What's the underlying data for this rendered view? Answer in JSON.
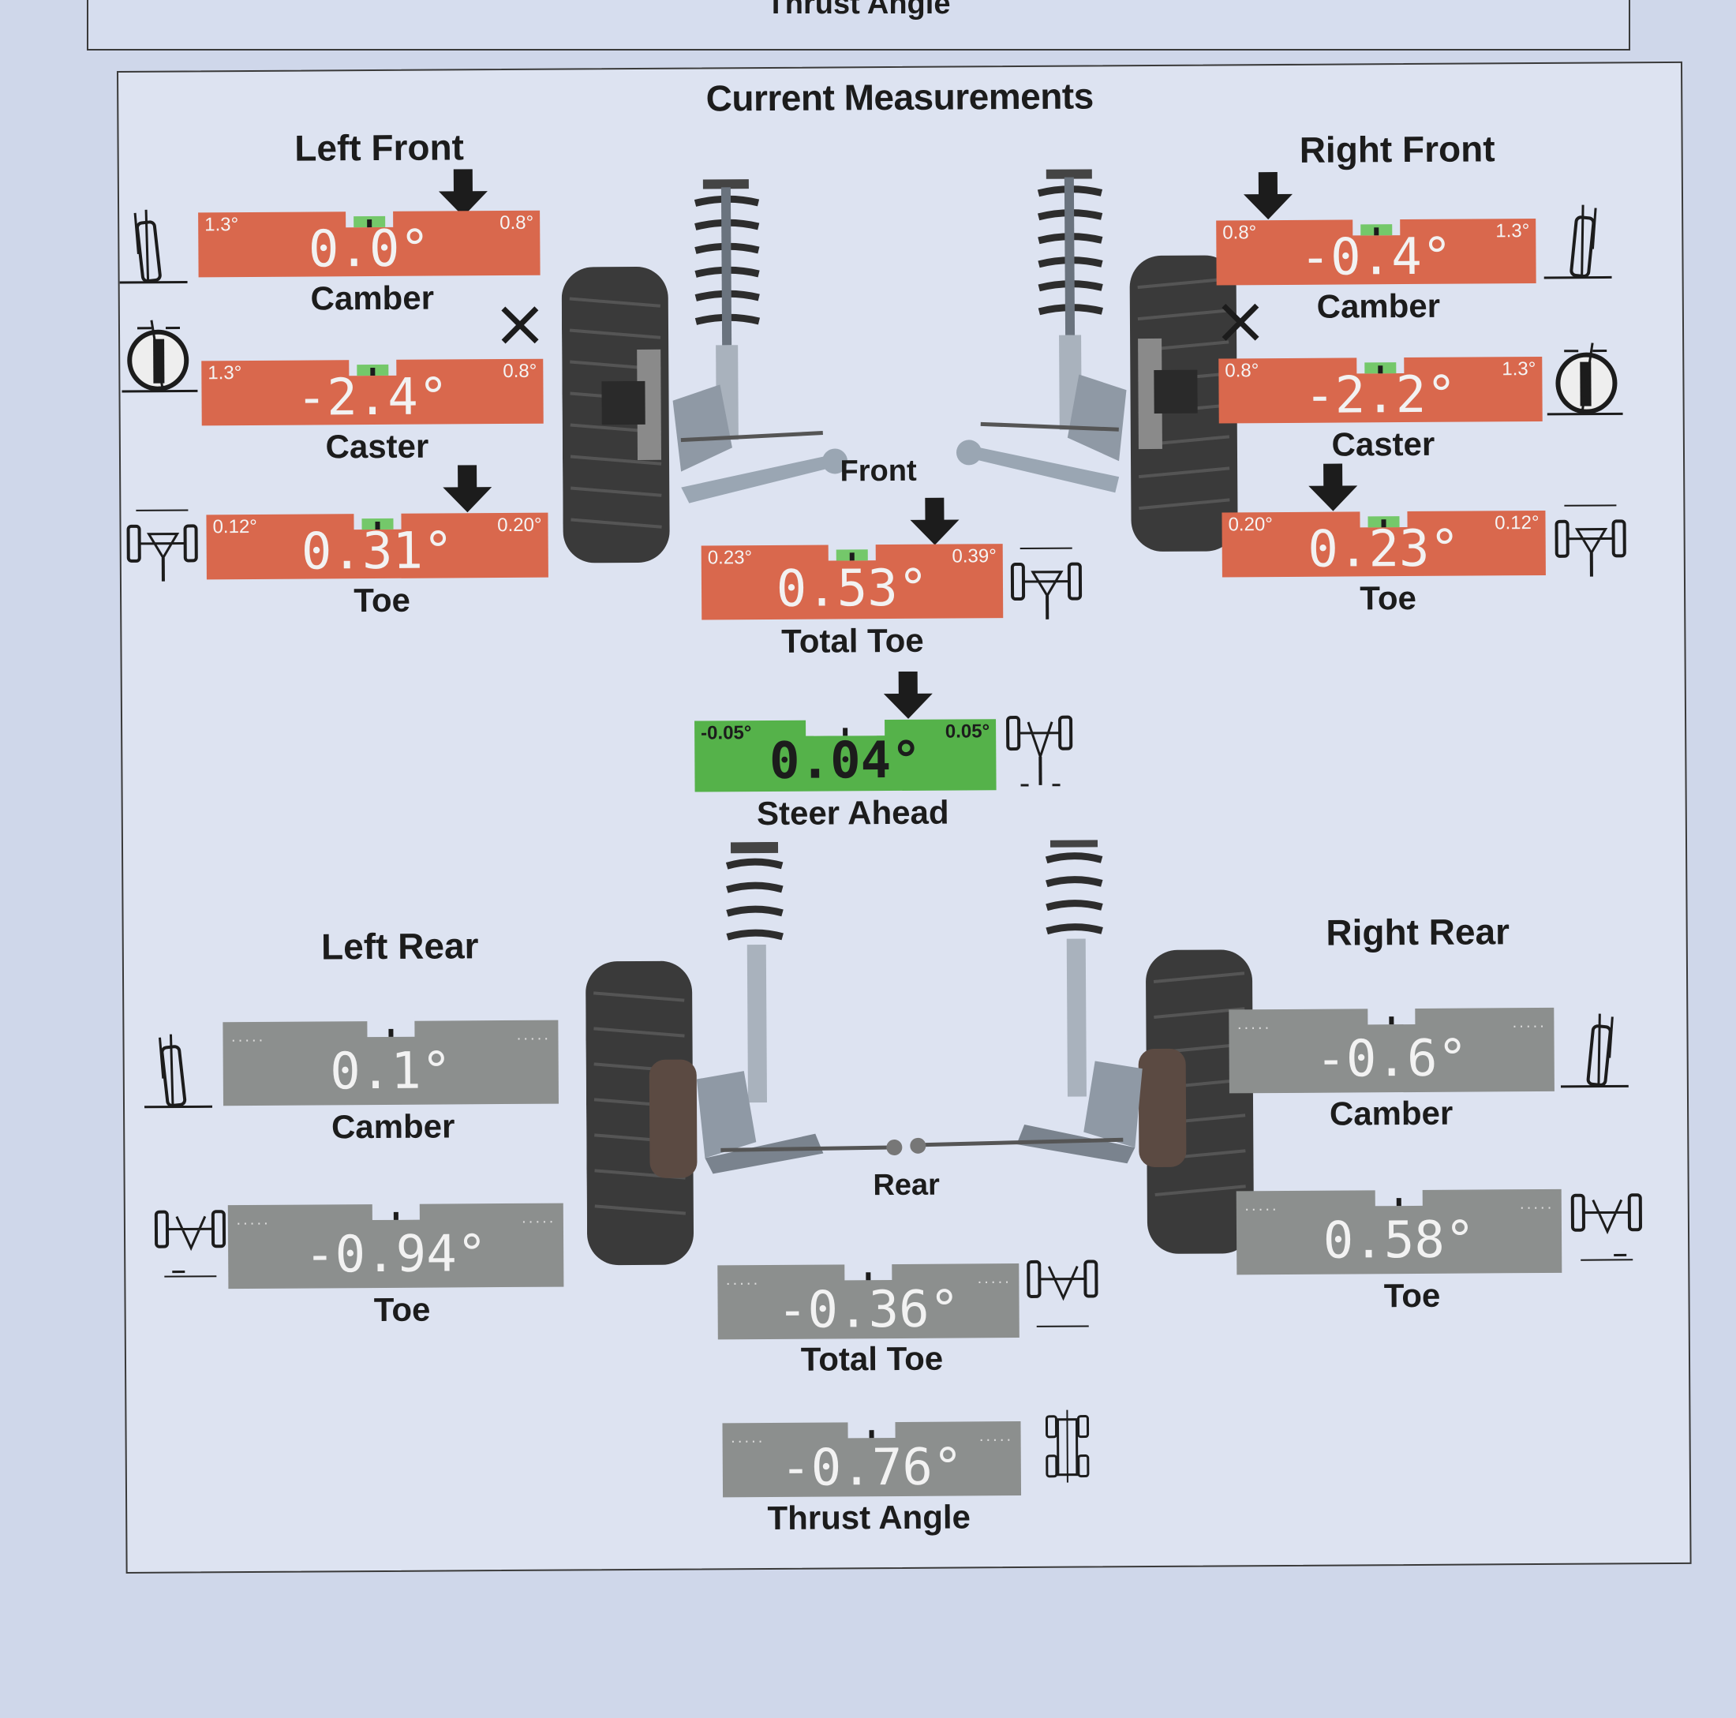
{
  "previous_section": {
    "title": "Thrust Angle"
  },
  "title": "Current Measurements",
  "front": {
    "axle_label": "Front",
    "left": {
      "label": "Left Front",
      "camber": {
        "label": "Camber",
        "value": "0.0°",
        "min": "1.3°",
        "max": "0.8°",
        "status": "out-of-spec"
      },
      "caster": {
        "label": "Caster",
        "value": "-2.4°",
        "min": "1.3°",
        "max": "0.8°",
        "status": "out-of-spec"
      },
      "toe": {
        "label": "Toe",
        "value": "0.31°",
        "min": "0.12°",
        "max": "0.20°",
        "status": "out-of-spec"
      }
    },
    "right": {
      "label": "Right Front",
      "camber": {
        "label": "Camber",
        "value": "-0.4°",
        "min": "0.8°",
        "max": "1.3°",
        "status": "out-of-spec"
      },
      "caster": {
        "label": "Caster",
        "value": "-2.2°",
        "min": "0.8°",
        "max": "1.3°",
        "status": "out-of-spec"
      },
      "toe": {
        "label": "Toe",
        "value": "0.23°",
        "min": "0.20°",
        "max": "0.12°",
        "status": "out-of-spec"
      }
    },
    "total_toe": {
      "label": "Total Toe",
      "value": "0.53°",
      "min": "0.23°",
      "max": "0.39°",
      "status": "out-of-spec"
    },
    "steer_ahead": {
      "label": "Steer Ahead",
      "value": "0.04°",
      "min": "-0.05°",
      "max": "0.05°",
      "status": "in-spec"
    }
  },
  "rear": {
    "axle_label": "Rear",
    "left": {
      "label": "Left Rear",
      "camber": {
        "label": "Camber",
        "value": "0.1°",
        "status": "no-spec"
      },
      "toe": {
        "label": "Toe",
        "value": "-0.94°",
        "status": "no-spec"
      }
    },
    "right": {
      "label": "Right Rear",
      "camber": {
        "label": "Camber",
        "value": "-0.6°",
        "status": "no-spec"
      },
      "toe": {
        "label": "Toe",
        "value": "0.58°",
        "status": "no-spec"
      }
    },
    "total_toe": {
      "label": "Total Toe",
      "value": "-0.36°",
      "status": "no-spec"
    },
    "thrust_angle": {
      "label": "Thrust Angle",
      "value": "-0.76°",
      "status": "no-spec"
    }
  },
  "colors": {
    "out_of_spec": "#d9684d",
    "in_spec": "#55b24a",
    "no_spec": "#8c8f8e",
    "tolerance": "#74c86a"
  },
  "icons": {
    "out_of_spec_marker": "arrow-down-icon",
    "adjustment_blocked": "x-mark-icon",
    "camber": "camber-wheel-icon",
    "caster": "caster-wheel-icon",
    "toe": "toe-axle-icon",
    "thrust": "thrust-car-icon"
  }
}
